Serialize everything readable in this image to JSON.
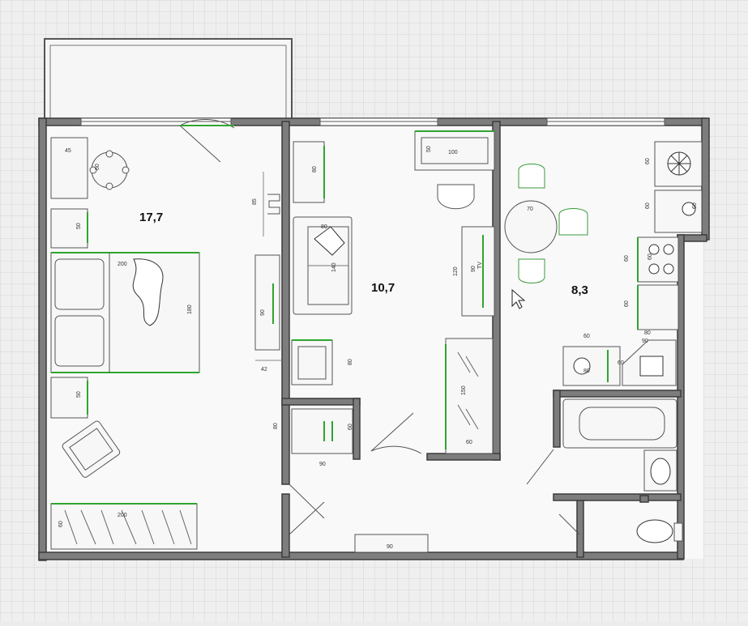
{
  "rooms": [
    {
      "id": "room-1",
      "area": "17,7"
    },
    {
      "id": "room-2",
      "area": "10,7"
    },
    {
      "id": "kitchen",
      "area": "8,3"
    }
  ],
  "dimensions": {
    "wardrobe_bedroom": "45",
    "nightstand_top": "50",
    "round_table_bedroom": "60",
    "bed_width": "200",
    "bed_length": "180",
    "nightstand_bottom": "50",
    "sideboard_bedroom": "200",
    "sideboard_depth": "60",
    "radiator": "85",
    "tv_stand_bedroom": "90",
    "chair_bedroom": "42",
    "shelf_room2": "80",
    "sofa_depth": "80",
    "sofa_length": "140",
    "desk_top": "100",
    "desk_depth": "50",
    "tv_room2_len": "120",
    "tv_room2_depth": "90",
    "tv_label": "TV",
    "armchair_room2": "80",
    "wardrobe_room2": "150",
    "wardrobe_room2_depth": "60",
    "closet_hall": "60",
    "closet_hall_width": "90",
    "hall_closet_height": "80",
    "hall_entry": "90",
    "kitchen_cab_1": "60",
    "kitchen_cab_2": "60",
    "kitchen_table": "70",
    "kitchen_cab_3": "60",
    "kitchen_cab_4": "60",
    "kitchen_stove": "60",
    "kitchen_washer": "60",
    "kitchen_sink_w": "80",
    "kitchen_sink_d": "60",
    "kitchen_corner": "90",
    "kitchen_fridge": "60",
    "kitchen_cab_5": "80"
  }
}
